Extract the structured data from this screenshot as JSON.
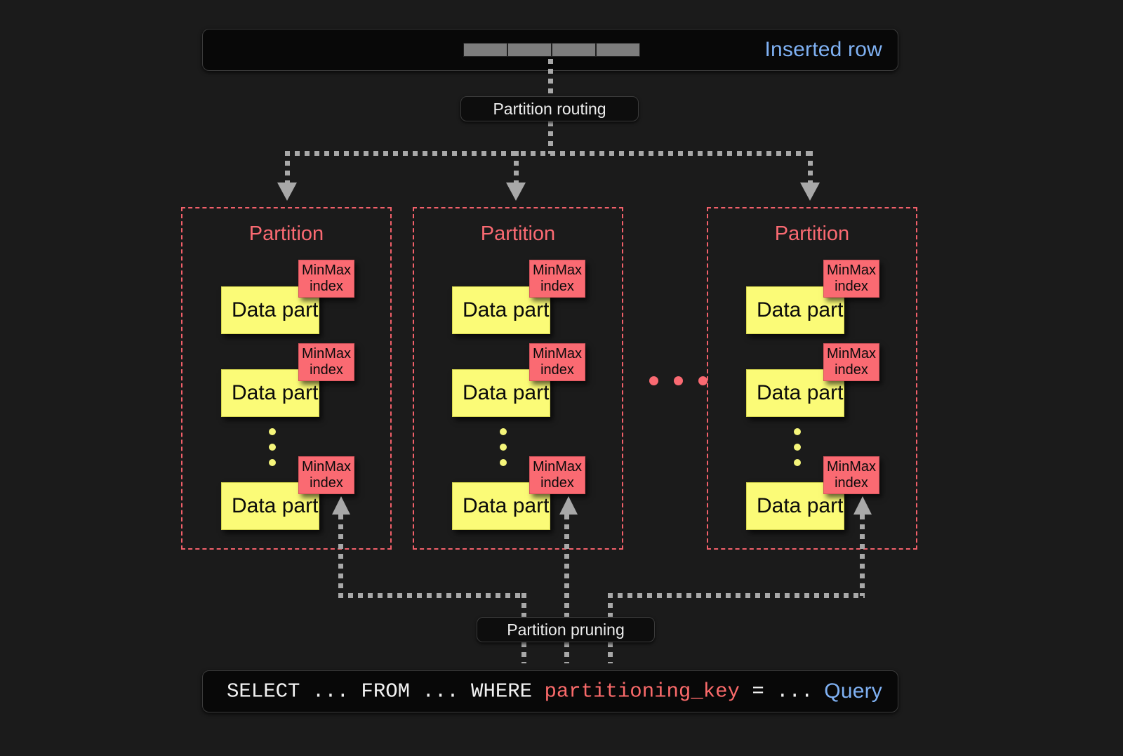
{
  "diagram": {
    "title": "ClickHouse partitioning: insert routing and partition pruning",
    "background_color": "#1b1b1b",
    "accent_colors": {
      "partition_red": "#fa6a72",
      "data_part_yellow": "#fbfb77",
      "link_blue": "#7fb1f3",
      "connector_gray": "#a8a8a8"
    }
  },
  "inserted_row": {
    "label": "Inserted row",
    "label_color": "#7fb1f3",
    "cells": [
      "",
      "",
      "",
      ""
    ],
    "cell_color": "#7d7d7d"
  },
  "routing": {
    "label": "Partition routing"
  },
  "pruning": {
    "label": "Partition pruning"
  },
  "query": {
    "label": "Query",
    "label_color": "#7fb1f3",
    "prefix": "SELECT ... FROM ... WHERE ",
    "key": "partitioning_key",
    "suffix": " = ..."
  },
  "ellipsis": {
    "between_partitions": [
      "•",
      "•",
      "•"
    ],
    "between_parts": [
      "•",
      "•",
      "•"
    ]
  },
  "partitions": [
    {
      "title": "Partition",
      "parts": [
        {
          "label": "Data part",
          "index_label_line1": "MinMax",
          "index_label_line2": "index"
        },
        {
          "label": "Data part",
          "index_label_line1": "MinMax",
          "index_label_line2": "index"
        },
        {
          "label": "Data part",
          "index_label_line1": "MinMax",
          "index_label_line2": "index"
        }
      ]
    },
    {
      "title": "Partition",
      "parts": [
        {
          "label": "Data part",
          "index_label_line1": "MinMax",
          "index_label_line2": "index"
        },
        {
          "label": "Data part",
          "index_label_line1": "MinMax",
          "index_label_line2": "index"
        },
        {
          "label": "Data part",
          "index_label_line1": "MinMax",
          "index_label_line2": "index"
        }
      ]
    },
    {
      "title": "Partition",
      "parts": [
        {
          "label": "Data part",
          "index_label_line1": "MinMax",
          "index_label_line2": "index"
        },
        {
          "label": "Data part",
          "index_label_line1": "MinMax",
          "index_label_line2": "index"
        },
        {
          "label": "Data part",
          "index_label_line1": "MinMax",
          "index_label_line2": "index"
        }
      ]
    }
  ]
}
